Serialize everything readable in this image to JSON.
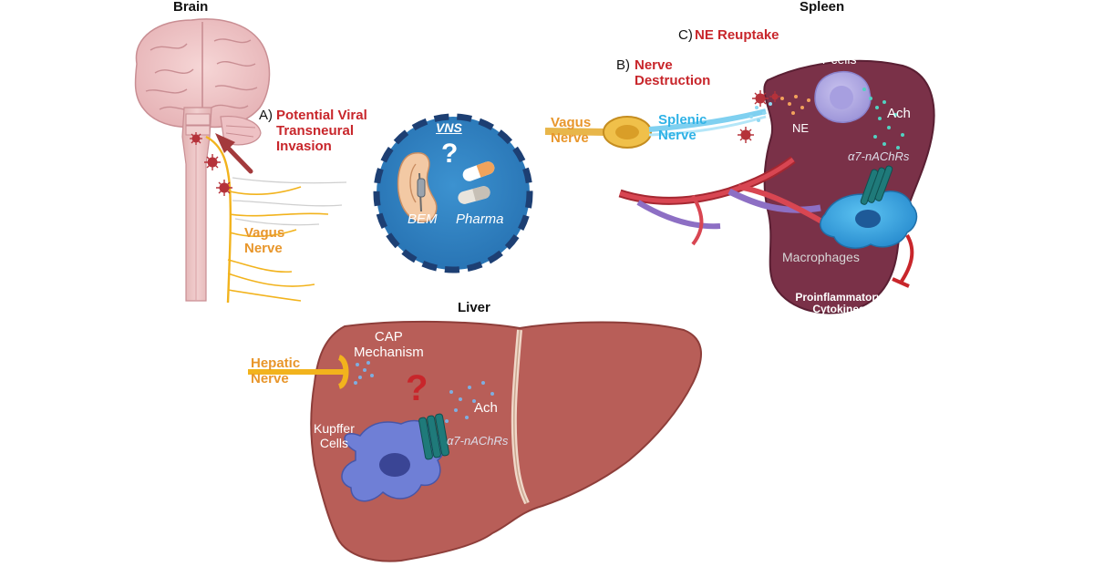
{
  "brain": {
    "title": "Brain",
    "item_a_prefix": "A)",
    "item_a_text": "Potential Viral\nTransneural\nInvasion",
    "vagus_label": "Vagus\nNerve"
  },
  "vns": {
    "title": "VNS",
    "question": "?",
    "bem_label": "BEM",
    "pharma_label": "Pharma"
  },
  "spleen": {
    "title": "Spleen",
    "item_c_prefix": "C)",
    "item_c_text": "NE Reuptake",
    "item_b_prefix": "B)",
    "item_b_text": "Nerve\nDestruction",
    "vagus_label": "Vagus\nNerve",
    "splenic_label": "Splenic\nNerve",
    "chat_label": "ChAT- T cells",
    "ach_label": "Ach",
    "ne_label": "NE",
    "receptor_label": "α7-nAChRs",
    "macrophages_label": "Macrophages",
    "cytokines_label": "Proinflammatory\nCytokines"
  },
  "liver": {
    "title": "Liver",
    "cap_label": "CAP\nMechanism",
    "question": "?",
    "hepatic_label": "Hepatic\nNerve",
    "ach_label": "Ach",
    "kupffer_label": "Kupffer\nCells",
    "receptor_label": "α7-nAChRs"
  },
  "colors": {
    "nerve_orange": "#e8962b",
    "splenic_blue": "#2fb2e6",
    "label_red": "#c8262b",
    "spleen_fill": "#7a3148",
    "liver_fill": "#b85e58",
    "vns_circle": "#2f85c6"
  }
}
